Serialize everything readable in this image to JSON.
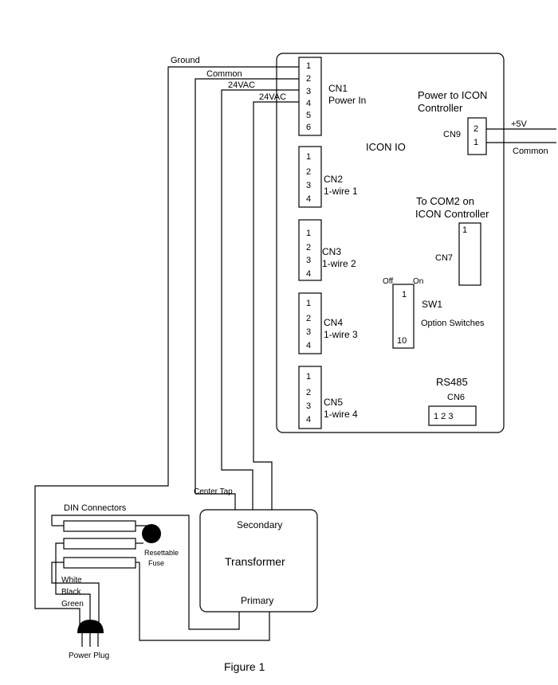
{
  "wires": {
    "ground": "Ground",
    "common": "Common",
    "vac_a": "24VAC",
    "vac_b": "24VAC",
    "plus5v": "+5V",
    "common_out": "Common",
    "center_tap": "Center Tap"
  },
  "board": {
    "title": "ICON IO",
    "power_to": [
      "Power to ICON",
      "Controller"
    ],
    "to_com2": [
      "To COM2 on",
      "ICON Controller"
    ]
  },
  "connectors": {
    "cn1": {
      "name": "CN1",
      "desc": "Power In",
      "pins": [
        "1",
        "2",
        "3",
        "4",
        "5",
        "6"
      ]
    },
    "cn2": {
      "name": "CN2",
      "desc": "1-wire 1",
      "pins": [
        "1",
        "2",
        "3",
        "4"
      ]
    },
    "cn3": {
      "name": "CN3",
      "desc": "1-wire 2",
      "pins": [
        "1",
        "2",
        "3",
        "4"
      ]
    },
    "cn4": {
      "name": "CN4",
      "desc": "1-wire 3",
      "pins": [
        "1",
        "2",
        "3",
        "4"
      ]
    },
    "cn5": {
      "name": "CN5",
      "desc": "1-wire 4",
      "pins": [
        "1",
        "2",
        "3",
        "4"
      ]
    },
    "cn9": {
      "name": "CN9",
      "pins": [
        "2",
        "1"
      ]
    },
    "cn7": {
      "name": "CN7",
      "pins": [
        "1"
      ]
    },
    "cn6": {
      "name": "CN6",
      "header": "RS485",
      "pins": "1 2 3"
    }
  },
  "switch": {
    "name": "SW1",
    "desc": "Option Switches",
    "off": "Off",
    "on": "On",
    "first": "1",
    "last": "10"
  },
  "transformer": {
    "secondary": "Secondary",
    "title": "Transformer",
    "primary": "Primary"
  },
  "din": "DIN Connectors",
  "fuse": [
    "Resettable",
    "Fuse"
  ],
  "plug_wires": {
    "white": "White",
    "black": "Black",
    "green": "Green"
  },
  "power_plug": "Power Plug",
  "caption": "Figure 1"
}
